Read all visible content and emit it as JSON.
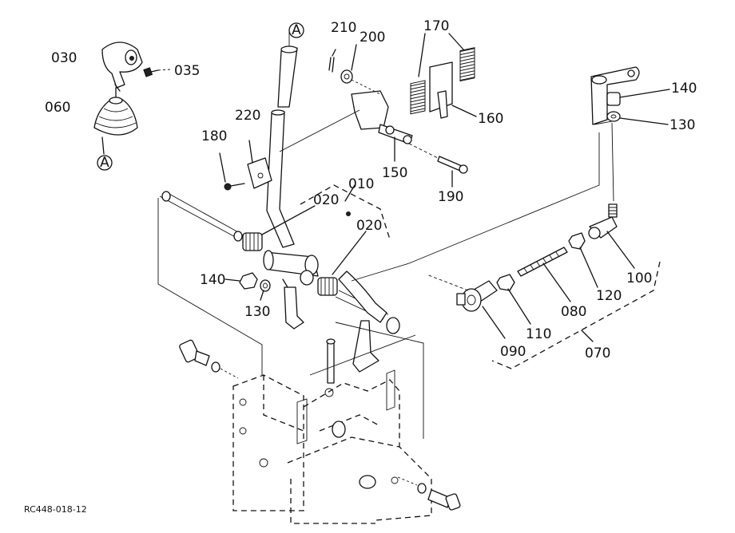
{
  "figure_code": "RC448-018-12",
  "callouts": {
    "c010": "010",
    "c020a": "020",
    "c020b": "020",
    "c030": "030",
    "c035": "035",
    "c060": "060",
    "c070": "070",
    "c080": "080",
    "c090": "090",
    "c100": "100",
    "c110": "110",
    "c120": "120",
    "c130a": "130",
    "c130b": "130",
    "c140a": "140",
    "c140b": "140",
    "c150": "150",
    "c160": "160",
    "c170": "170",
    "c180": "180",
    "c190": "190",
    "c200": "200",
    "c210": "210",
    "c220": "220"
  },
  "connection_markers": {
    "top": "A",
    "boot": "A"
  }
}
